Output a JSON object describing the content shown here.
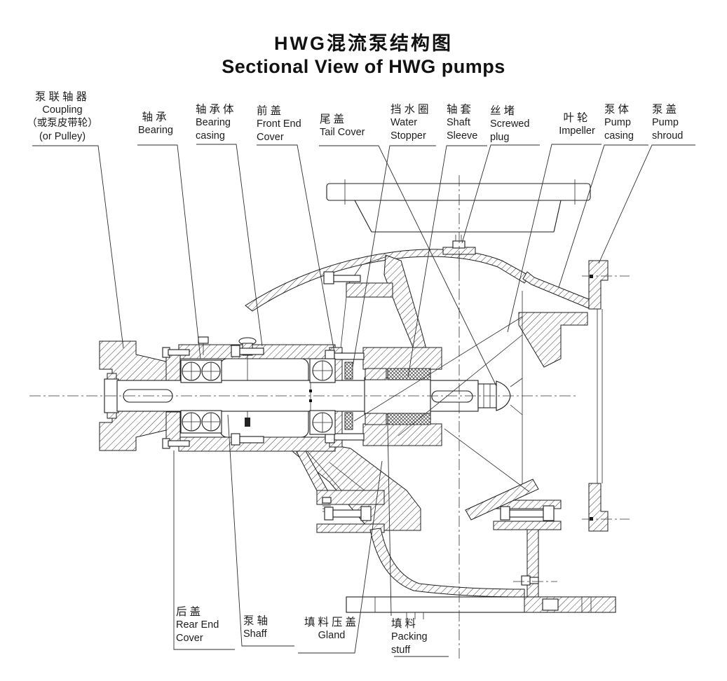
{
  "title": {
    "zh": "HWG混流泵结构图",
    "en": "Sectional View of HWG pumps"
  },
  "labels": [
    {
      "id": "coupling",
      "lines": [
        "泵联轴器",
        "Coupling",
        "（或泵皮带轮）",
        "(or Pulley)"
      ]
    },
    {
      "id": "bearing",
      "lines": [
        "轴承",
        "Bearing"
      ]
    },
    {
      "id": "bearing-casing",
      "lines": [
        "轴承体",
        "Bearing",
        "casing"
      ]
    },
    {
      "id": "front-end-cover",
      "lines": [
        "前盖",
        "Front End",
        "Cover"
      ]
    },
    {
      "id": "tail-cover",
      "lines": [
        "尾盖",
        "Tail Cover"
      ]
    },
    {
      "id": "water-stopper",
      "lines": [
        "挡水圈",
        "Water",
        "Stopper"
      ]
    },
    {
      "id": "shaft-sleeve",
      "lines": [
        "轴套",
        "Shaft",
        "Sleeve"
      ]
    },
    {
      "id": "screwed-plug",
      "lines": [
        "丝堵",
        "Screwed",
        "plug"
      ]
    },
    {
      "id": "impeller",
      "lines": [
        "叶轮",
        "Impeller"
      ]
    },
    {
      "id": "pump-casing",
      "lines": [
        "泵体",
        "Pump",
        "casing"
      ]
    },
    {
      "id": "pump-shroud",
      "lines": [
        "泵盖",
        "Pump",
        "shroud"
      ]
    },
    {
      "id": "rear-end-cover",
      "lines": [
        "后盖",
        "Rear End",
        "Cover"
      ]
    },
    {
      "id": "shaft",
      "lines": [
        "泵轴",
        "Shaff"
      ]
    },
    {
      "id": "gland",
      "lines": [
        "填料压盖",
        "Gland"
      ]
    },
    {
      "id": "packing",
      "lines": [
        "填料",
        "Packing",
        "stuff"
      ]
    }
  ]
}
